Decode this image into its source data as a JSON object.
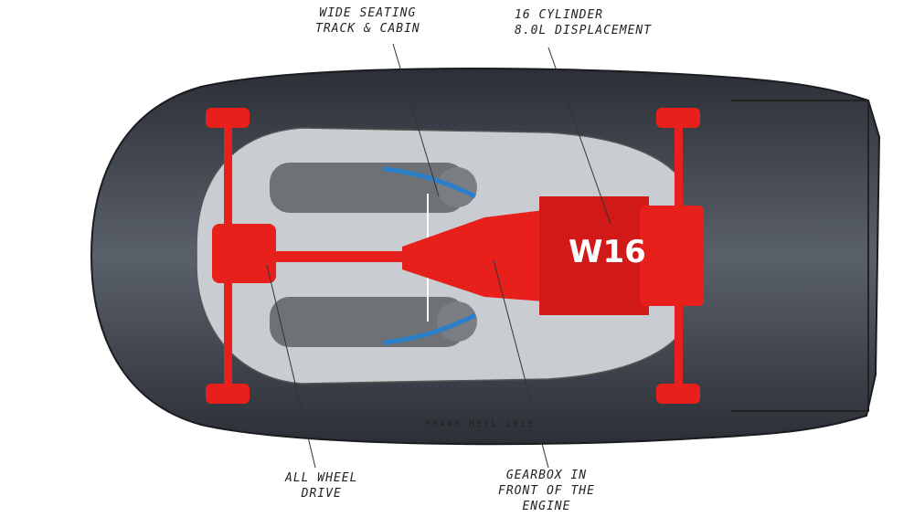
{
  "labels": {
    "seating": [
      "Wide seating",
      "track & cabin"
    ],
    "cylinder": [
      "16 cylinder",
      "8.0l displacement"
    ],
    "awd": [
      "All wheel",
      "drive"
    ],
    "gearbox": [
      "Gearbox in",
      "front of the",
      "engine"
    ]
  },
  "engine_label": "W16",
  "signature": "FRANK HEYL 2015",
  "colors": {
    "drivetrain": "#e8201c",
    "body": "#3a3f48",
    "interior": "#c9ccd0",
    "seatbelt": "#2a7fc8"
  }
}
